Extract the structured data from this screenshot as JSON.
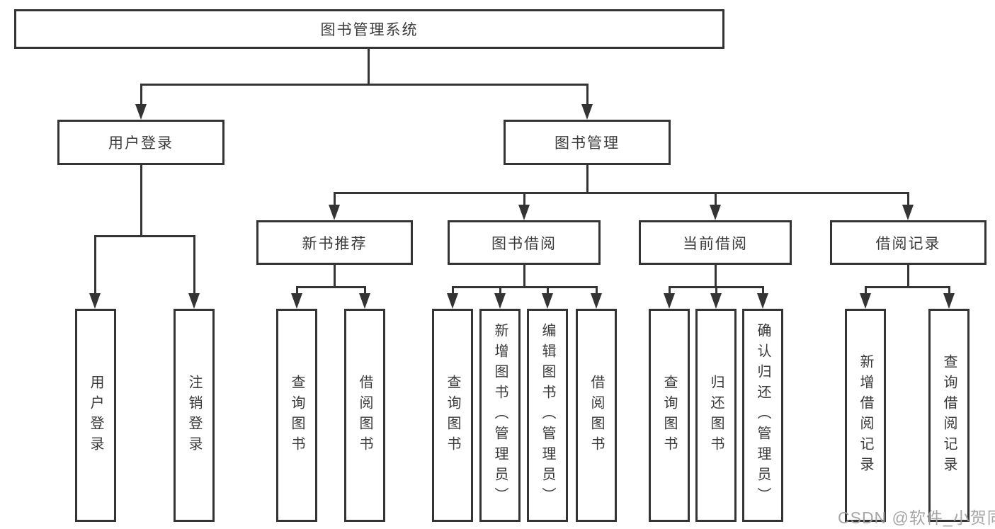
{
  "tree": {
    "root": "图书管理系统",
    "user": {
      "label": "用户登录",
      "children": [
        "用户登录",
        "注销登录"
      ]
    },
    "book": {
      "label": "图书管理",
      "groups": [
        {
          "label": "新书推荐",
          "children": [
            "查询图书",
            "借阅图书"
          ]
        },
        {
          "label": "图书借阅",
          "children": [
            "查询图书",
            "新增图书（管理员）",
            "编辑图书（管理员）",
            "借阅图书"
          ]
        },
        {
          "label": "当前借阅",
          "children": [
            "查询图书",
            "归还图书",
            "确认归还（管理员）"
          ]
        },
        {
          "label": "借阅记录",
          "children": [
            "新增借阅记录",
            "查询借阅记录"
          ]
        }
      ]
    }
  },
  "watermark": "CSDN @软件_小贺同学",
  "colors": {
    "line": "#343434",
    "text": "#3a3a3a",
    "watermark": "#9e9e9e",
    "background": "#ffffff"
  }
}
